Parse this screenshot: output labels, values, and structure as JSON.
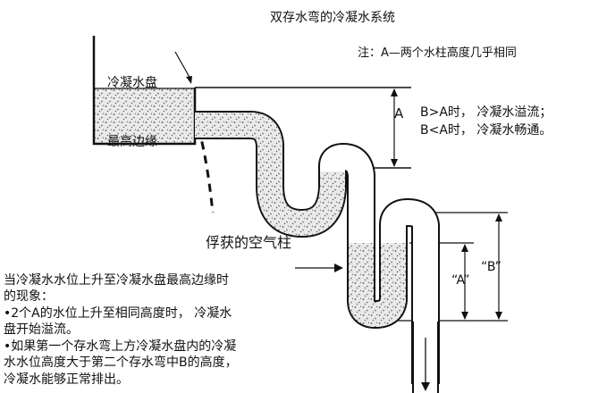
{
  "title": "双存水弯的冷凝水系统",
  "note": "注：A—两个水柱高度几乎相同",
  "pan_label": [
    "冷凝水盘",
    "最高边缘"
  ],
  "a_label": "A",
  "conditions": [
    "B>A时， 冷凝水溢流；",
    "B<A时， 冷凝水畅通。"
  ],
  "trapped_air_label": "俘获的空气柱",
  "description": [
    "当冷凝水水位上升至冷凝水盘最高边缘时",
    "的现象：",
    "•2个A的水位上升至相同高度时， 冷凝水",
    "盘开始溢流。",
    "•如果第一个存水弯上方冷凝水盘内的冷凝",
    "水水位高度大于第二个存水弯中B的高度，",
    "冷凝水能够正常排出。"
  ],
  "quoted_a": "“A”",
  "quoted_b": "“B”",
  "colors": {
    "ink": "#111111",
    "water": "#e9e9e9",
    "dots": "#555555",
    "paper": "#ffffff"
  }
}
